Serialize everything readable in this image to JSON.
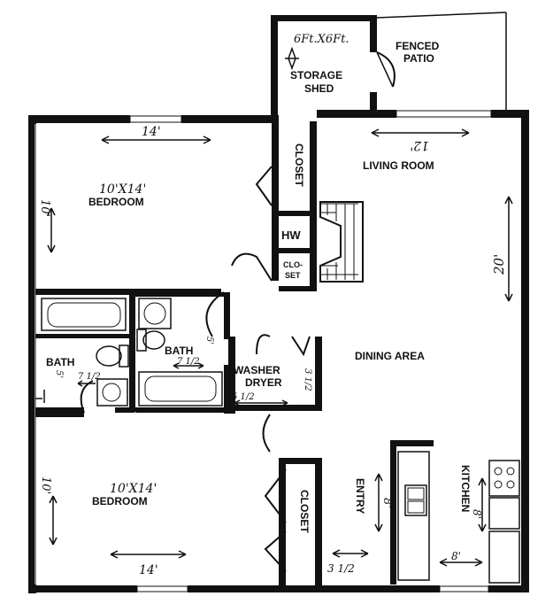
{
  "rooms": {
    "storage_shed": {
      "label_line1": "STORAGE",
      "label_line2": "SHED",
      "size_note": "6Ft.X6Ft."
    },
    "fenced_patio": {
      "label_line1": "FENCED",
      "label_line2": "PATIO"
    },
    "bedroom_top": {
      "size": "10'X14'",
      "label": "BEDROOM",
      "width_dim": "14'",
      "height_dim": "10'"
    },
    "closet_top": {
      "label": "CLOSET"
    },
    "hw": {
      "label": "HW"
    },
    "closet_small": {
      "label_line1": "CLO-",
      "label_line2": "SET"
    },
    "living_room": {
      "label": "LIVING ROOM",
      "width_dim": "12'",
      "height_dim": "20'"
    },
    "bath_left": {
      "label": "BATH",
      "dim_a": "5'",
      "dim_b": "7 1/2"
    },
    "bath_middle": {
      "label": "BATH",
      "dim_a": "7 1/2",
      "dim_b": "5'"
    },
    "washer_dryer": {
      "label_line1": "WASHER",
      "label_line2": "DRYER",
      "dim_a": "5 1/2",
      "dim_b": "3 1/2"
    },
    "dining_area": {
      "label": "DINING AREA"
    },
    "bedroom_bottom": {
      "size": "10'X14'",
      "label": "BEDROOM",
      "width_dim": "14'",
      "height_dim": "10'"
    },
    "closet_bottom": {
      "label": "CLOSET",
      "dim": "3 1/2"
    },
    "entry": {
      "label": "ENTRY",
      "dim": "8'"
    },
    "kitchen": {
      "label": "KITCHEN",
      "dim_a": "8'",
      "dim_b": "8'"
    }
  }
}
